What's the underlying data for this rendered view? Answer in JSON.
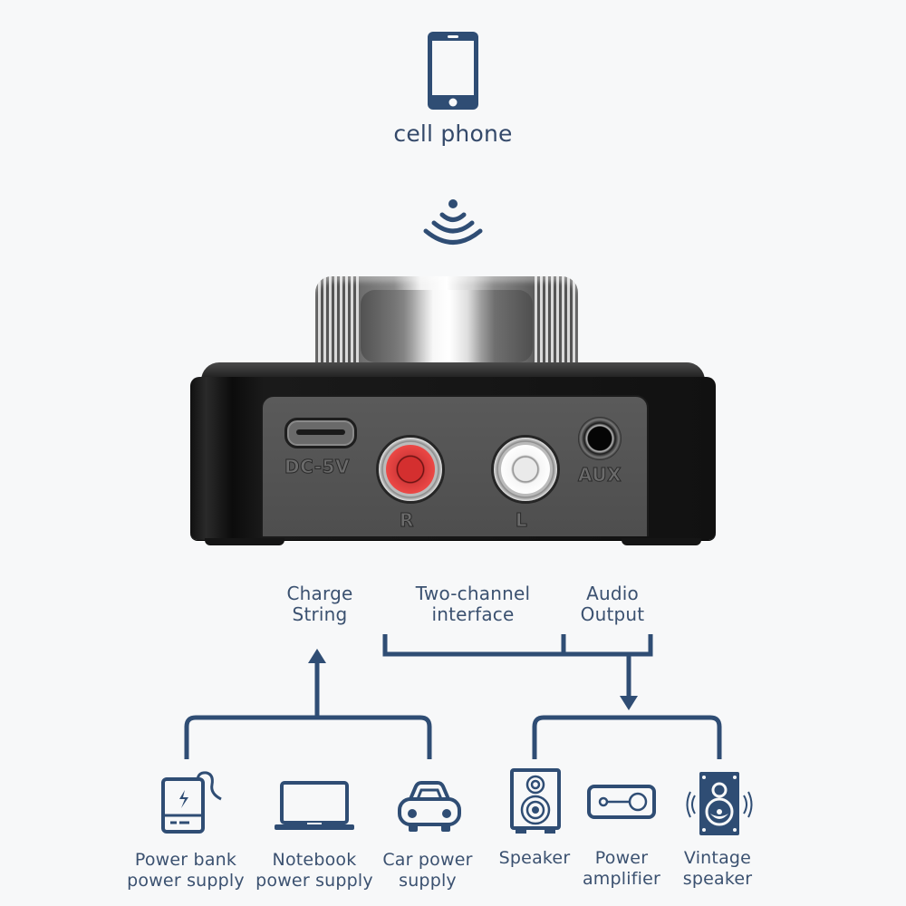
{
  "source": {
    "label": "cell phone",
    "icon": "smartphone-icon",
    "signal_icon": "wireless-signal-icon"
  },
  "device": {
    "ports": [
      {
        "id": "dc",
        "label": "DC-5V",
        "type": "usb-c"
      },
      {
        "id": "r",
        "label": "R",
        "type": "rca",
        "color": "#e84343"
      },
      {
        "id": "l",
        "label": "L",
        "type": "rca",
        "color": "#ffffff"
      },
      {
        "id": "aux",
        "label": "AUX",
        "type": "3.5mm"
      }
    ]
  },
  "groups": {
    "charge": {
      "line1": "Charge",
      "line2": "String"
    },
    "two_channel": {
      "line1": "Two-channel",
      "line2": "interface"
    },
    "audio_output": {
      "line1": "Audio",
      "line2": "Output"
    }
  },
  "power_sources": [
    {
      "icon": "power-bank-icon",
      "line1": "Power bank",
      "line2": "power supply"
    },
    {
      "icon": "laptop-icon",
      "line1": "Notebook",
      "line2": "power supply"
    },
    {
      "icon": "car-icon",
      "line1": "Car power",
      "line2": "supply"
    }
  ],
  "outputs": [
    {
      "icon": "speaker-icon",
      "line1": "Speaker",
      "line2": ""
    },
    {
      "icon": "amplifier-icon",
      "line1": "Power",
      "line2": "amplifier"
    },
    {
      "icon": "vintage-speaker-icon",
      "line1": "Vintage",
      "line2": "speaker"
    }
  ],
  "colors": {
    "accent": "#2f4d74",
    "text": "#3b5170",
    "background": "#f7f8f9",
    "rca_right": "#e84343",
    "rca_left": "#ffffff"
  }
}
